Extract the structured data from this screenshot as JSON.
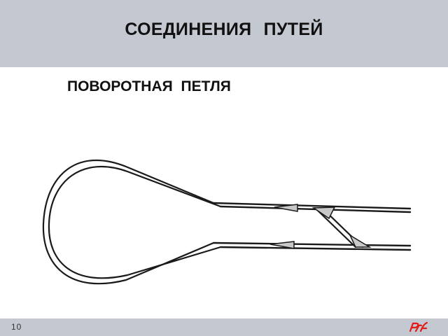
{
  "slide": {
    "title": "СОЕДИНЕНИЯ   ПУТЕЙ",
    "subtitle": "ПОВОРОТНАЯ  ПЕТЛЯ",
    "page_number": "10"
  },
  "colors": {
    "header_band": "#c4c8d0",
    "track": "#1a1a1a",
    "switch_fill": "#c8c8c8",
    "logo": "#e21a1a"
  },
  "icons": {
    "logo": "rzd-logo"
  }
}
